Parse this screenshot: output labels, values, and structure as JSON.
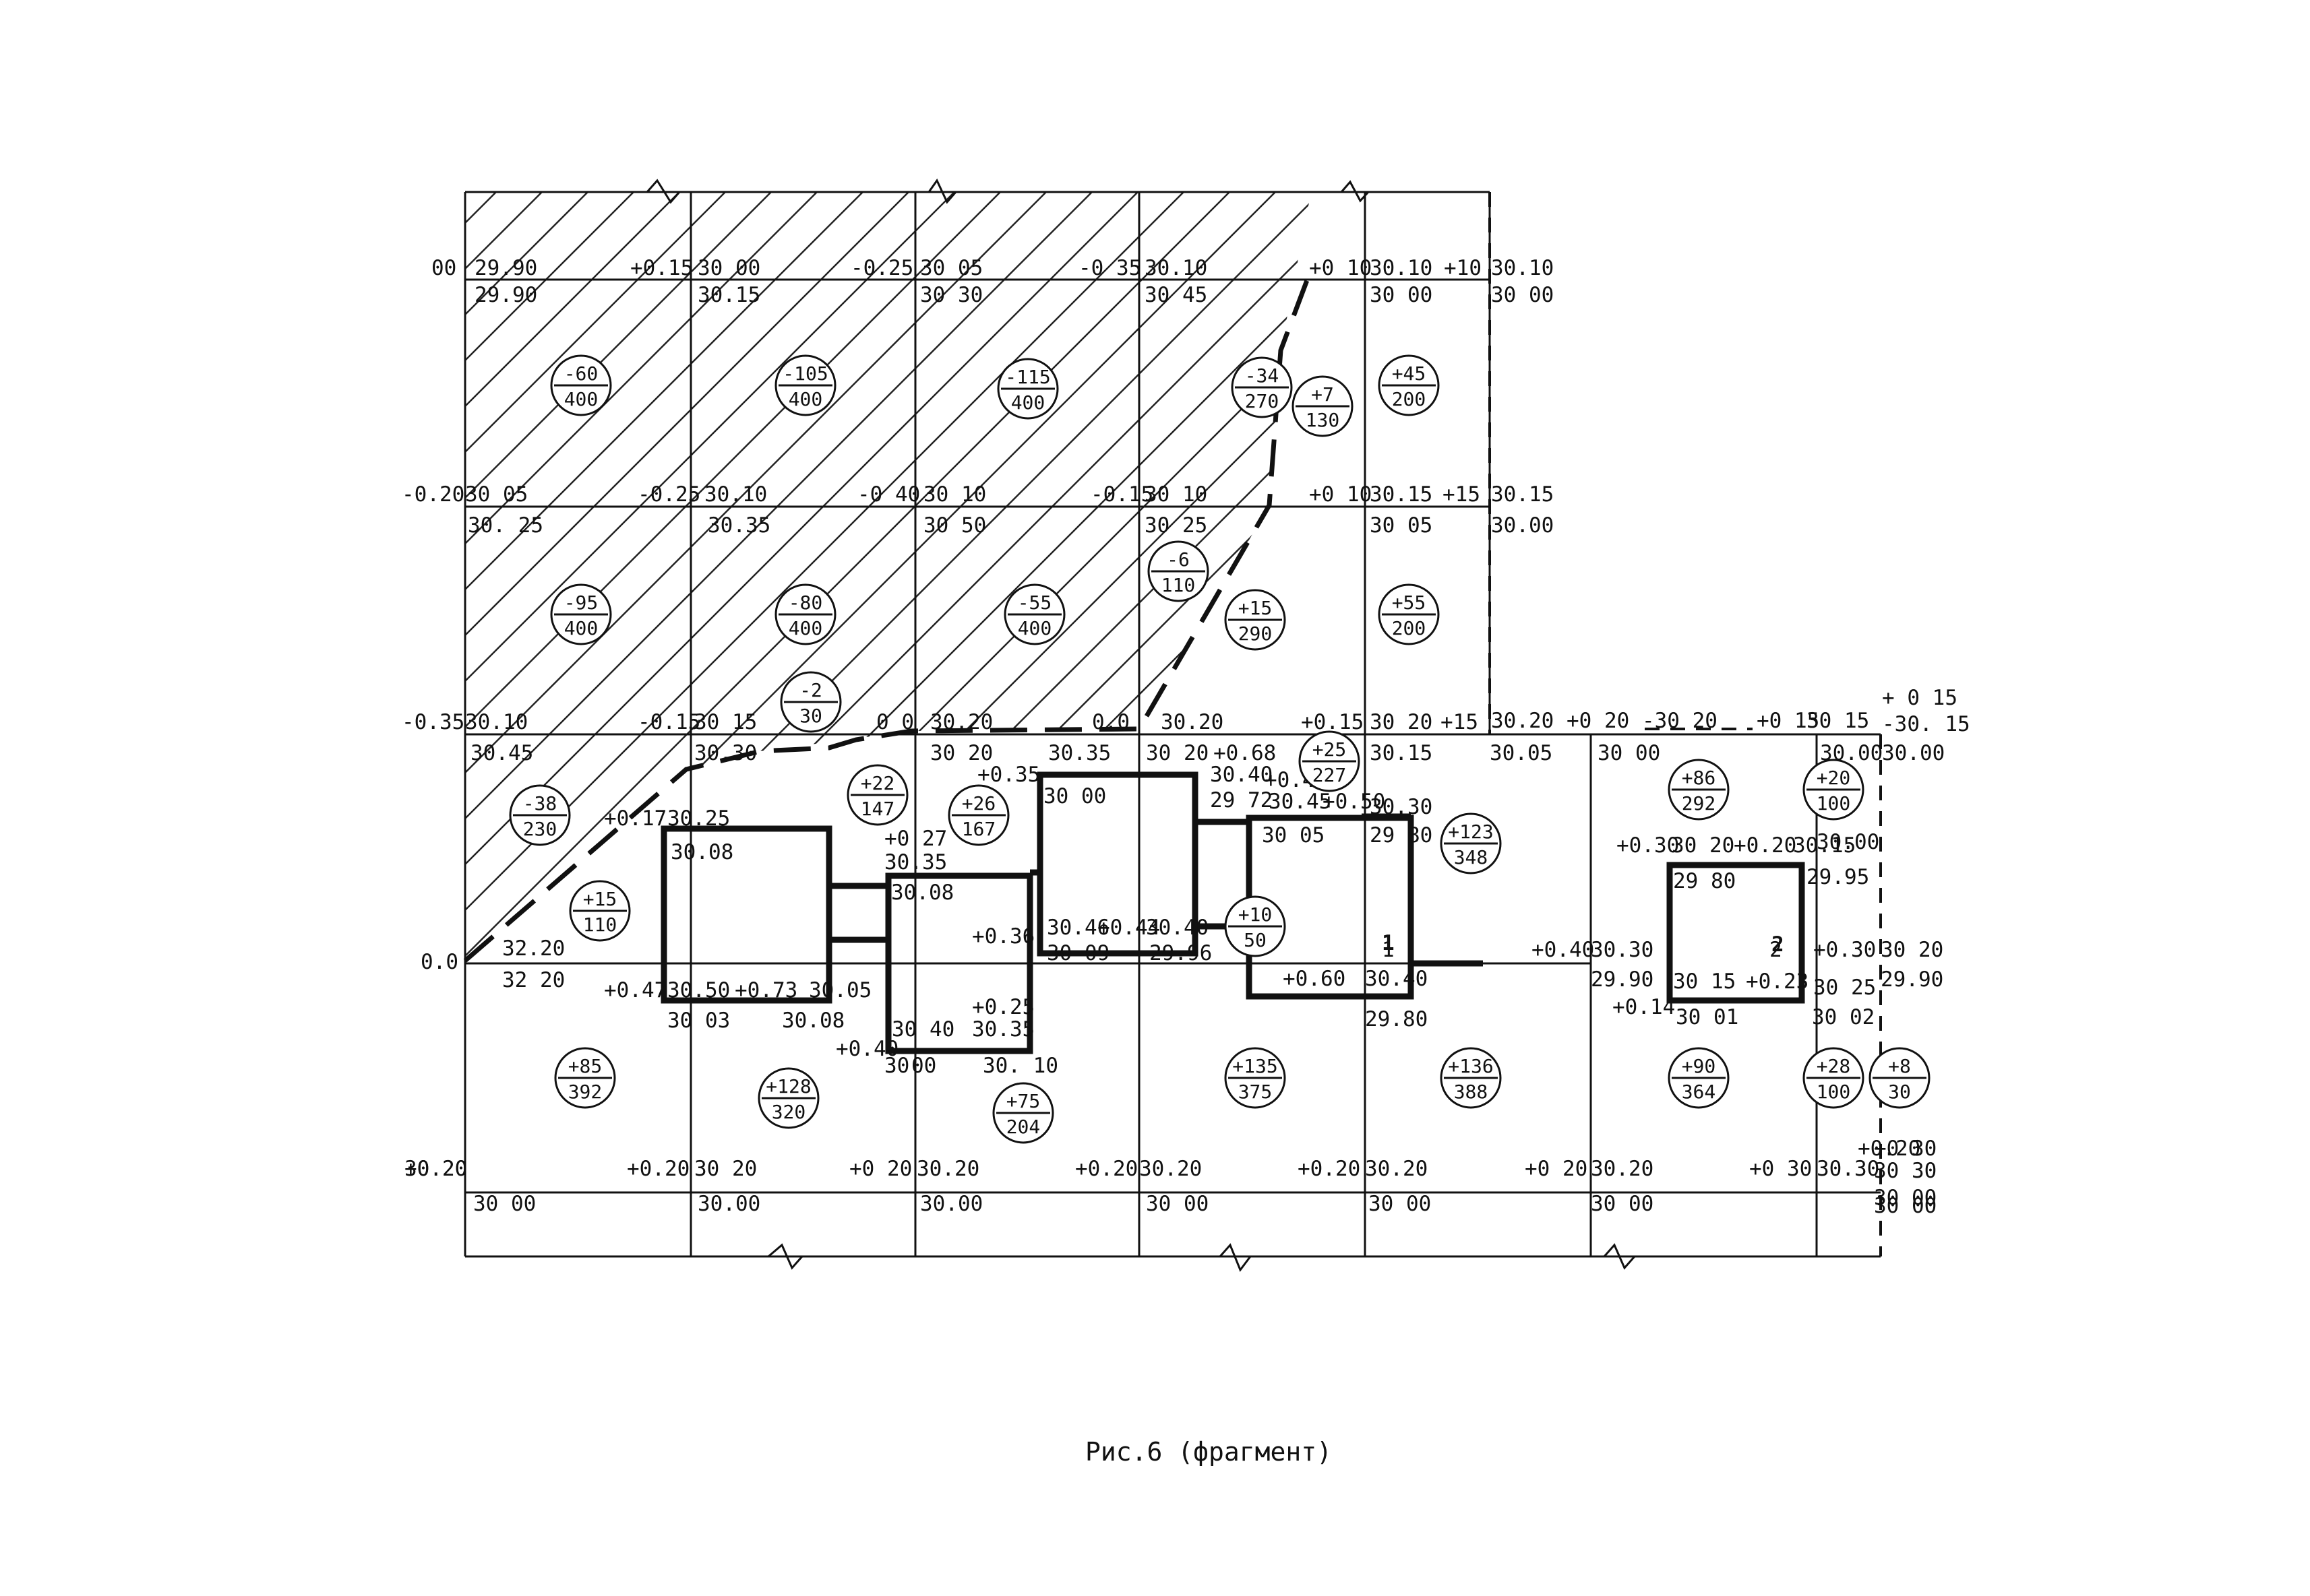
{
  "caption": "Рис.6 (фрагмент)",
  "colors": {
    "ink": "#111111",
    "hatch": "#222222",
    "paper": "#ffffff"
  },
  "buildings": [
    {
      "id": "bldg-1",
      "label": "1"
    },
    {
      "id": "bldg-2",
      "label": "2"
    }
  ],
  "row_markers": [
    "00",
    "-0.20",
    "-0.35",
    "0.0",
    "+0.20"
  ],
  "labels": [
    "29.90",
    "+0.15",
    "30 00",
    "-0.25",
    "30 05",
    "-0 35",
    "30.10",
    "+0 10",
    "30.10",
    "+10",
    "30.10",
    "29.90",
    "30.15",
    "30 30",
    "30 45",
    "30 00",
    "30 00",
    "30 05",
    "-0.25",
    "30.10",
    "-0 40",
    "30 10",
    "-0.15",
    "30 10",
    "+0 10",
    "30.15",
    "+15",
    "30.15",
    "30. 25",
    "30.35",
    "30 50",
    "30 25",
    "30 05",
    "30.00",
    "30.10",
    "-0.15",
    "30 15",
    "0 0",
    "30.20",
    "0.0",
    "30.20",
    "+0.15",
    "30 20",
    "+15",
    "30.20 +0 20 -30 20",
    "+0 15",
    "30 15",
    "+ 0 15",
    "-30. 15",
    "30.45",
    "30.30",
    "30 20",
    "30.35",
    "30 20",
    "+0.68",
    "+0.35",
    "30.40",
    "+0.40",
    "29 72",
    "30.45",
    "+0.50",
    "30.15",
    "30.30",
    "30.05",
    "30 00",
    "30.00",
    "30.00",
    "30.00",
    "+0.17",
    "30.25",
    "+0 27",
    "30.35",
    "30 00",
    "30.08",
    "30.08",
    "30 05",
    "29 80",
    "+0.30",
    "30 20",
    "+0.20",
    "30.15",
    "29 80",
    "29.95",
    "32.20",
    "32 20",
    "+0.36",
    "30.46",
    "+0.44",
    "30.40",
    "30 09",
    "29.96",
    "1",
    "+0.40",
    "30.30",
    "2",
    "+0.30",
    "30 20",
    "+0.47",
    "30.50",
    "+0.73",
    "30.05",
    "+0.25",
    "+0.60",
    "30.40",
    "29.90",
    "30 15",
    "+0.23",
    "30 25",
    "29.90",
    "30 03",
    "30.08",
    "30 40",
    "30.35",
    "29.80",
    "+0.14",
    "30 01",
    "30 02",
    "+0.40",
    "30",
    "00",
    "30. 10",
    "+0 30",
    "+0.20",
    "30 20",
    "+0.20",
    "30 20",
    "+0 20",
    "30.20",
    "+0.20",
    "30.20",
    "+0.20",
    "30.20",
    "+0 20",
    "30.20",
    "+0 30",
    "30.30",
    "30 30",
    "30 00",
    "30 00",
    "30 00",
    "30.00",
    "30.00",
    "30 00",
    "30 00",
    "30 00"
  ],
  "circles": [
    {
      "top": "-60",
      "bottom": "400"
    },
    {
      "top": "-105",
      "bottom": "400"
    },
    {
      "top": "-115",
      "bottom": "400"
    },
    {
      "top": "-34",
      "bottom": "270"
    },
    {
      "top": "+7",
      "bottom": "130"
    },
    {
      "top": "+45",
      "bottom": "200"
    },
    {
      "top": "-95",
      "bottom": "400"
    },
    {
      "top": "-80",
      "bottom": "400"
    },
    {
      "top": "-55",
      "bottom": "400"
    },
    {
      "top": "-6",
      "bottom": "110"
    },
    {
      "top": "+15",
      "bottom": "290"
    },
    {
      "top": "+55",
      "bottom": "200"
    },
    {
      "top": "-2",
      "bottom": "30"
    },
    {
      "top": "-38",
      "bottom": "230"
    },
    {
      "top": "+22",
      "bottom": "147"
    },
    {
      "top": "+26",
      "bottom": "167"
    },
    {
      "top": "+25",
      "bottom": "227"
    },
    {
      "top": "+123",
      "bottom": "348"
    },
    {
      "top": "+86",
      "bottom": "292"
    },
    {
      "top": "+20",
      "bottom": "100"
    },
    {
      "top": "+15",
      "bottom": "110"
    },
    {
      "top": "+10",
      "bottom": "50"
    },
    {
      "top": "+85",
      "bottom": "392"
    },
    {
      "top": "+128",
      "bottom": "320"
    },
    {
      "top": "+75",
      "bottom": "204"
    },
    {
      "top": "+135",
      "bottom": "375"
    },
    {
      "top": "+136",
      "bottom": "388"
    },
    {
      "top": "+90",
      "bottom": "364"
    },
    {
      "top": "+28",
      "bottom": "100"
    },
    {
      "top": "+8",
      "bottom": "30"
    }
  ]
}
